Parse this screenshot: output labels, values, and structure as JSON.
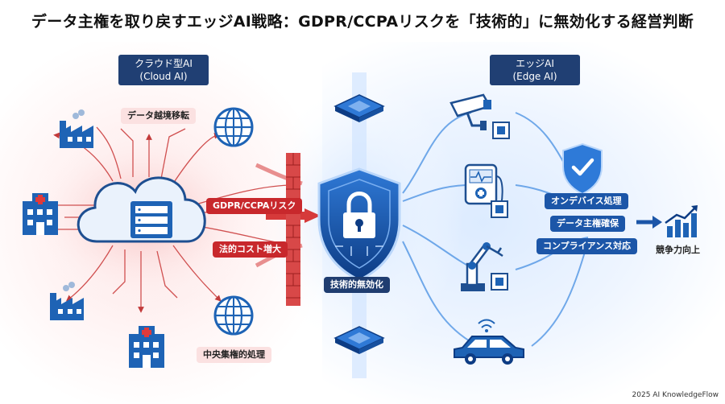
{
  "title": "データ主権を取り戻すエッジAI戦略：GDPR/CCPAリスクを「技術的」に無効化する経営判断",
  "cloud_header": {
    "line1": "クラウド型AI",
    "line2": "(Cloud AI)"
  },
  "edge_header": {
    "line1": "エッジAI",
    "line2": "(Edge AI)"
  },
  "left_labels": {
    "data_transfer": "データ越境移転",
    "risk": "GDPR/CCPAリスク",
    "legal_cost": "法的コスト増大",
    "central": "中央集権的処理"
  },
  "shield_label": "技術的無効化",
  "right_labels": {
    "on_device": "オンデバイス処理",
    "data_sovereignty": "データ主権確保",
    "compliance": "コンプライアンス対応",
    "competitiveness": "競争力向上"
  },
  "copyright": "2025 AI KnowledgeFlow",
  "colors": {
    "navy": "#203f73",
    "red": "#c8282c",
    "pink": "#fbe1e1",
    "blue": "#1c56a8",
    "icon_blue": "#1e63b5"
  }
}
